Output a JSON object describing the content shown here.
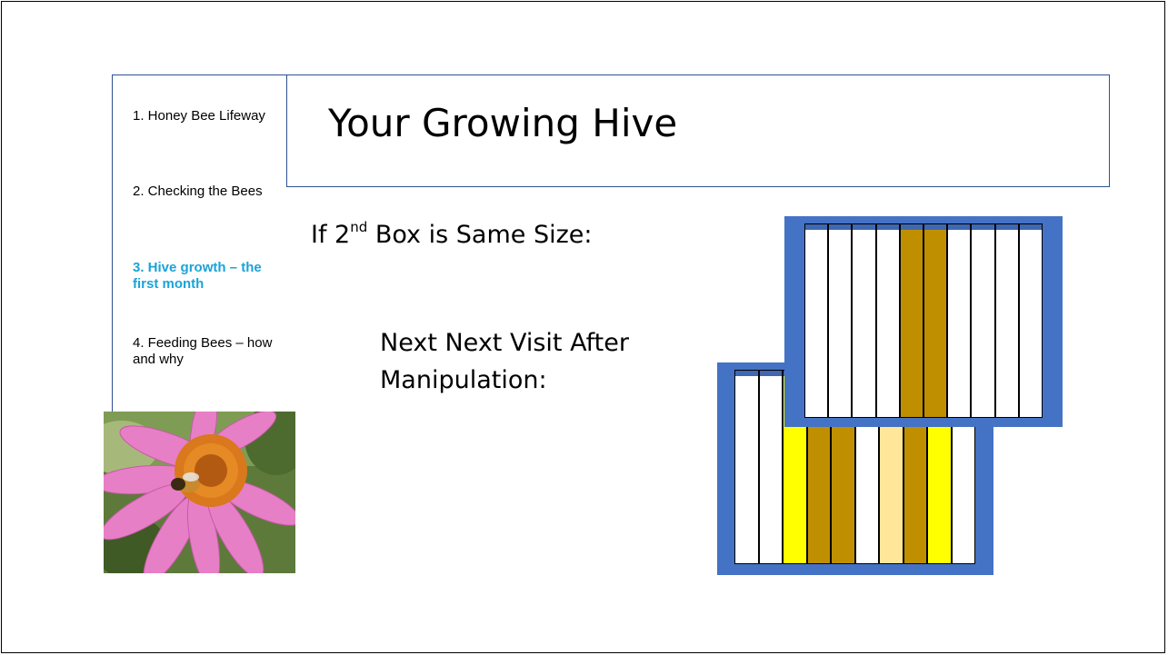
{
  "nav": {
    "items": [
      {
        "label": "1. Honey Bee Lifeway",
        "active": false
      },
      {
        "label": "2. Checking the Bees",
        "active": false
      },
      {
        "label": "3. Hive growth – the first month",
        "active": true
      },
      {
        "label": "4. Feeding Bees – how and why",
        "active": false
      }
    ],
    "active_color": "#1aa3d9"
  },
  "title": "Your Growing Hive",
  "subhead": {
    "pre": "If 2",
    "sup": "nd",
    "post": " Box is Same Size:"
  },
  "visit_text": "Next Next Visit After Manipulation:",
  "image": {
    "subject": "honey bee on pink coneflower"
  },
  "hive": {
    "box_color": "#4472c4",
    "upper_box_frames": [
      "white",
      "white",
      "white",
      "white",
      "brood",
      "brood",
      "white",
      "white",
      "white",
      "white"
    ],
    "lower_box_frames": [
      "white",
      "white",
      "honey",
      "brood",
      "brood",
      "white",
      "pollen",
      "brood",
      "honey",
      "white"
    ],
    "frame_colors": {
      "white": "#ffffff",
      "brood": "#bf8f00",
      "honey": "#ffff00",
      "pollen": "#ffe699"
    }
  }
}
